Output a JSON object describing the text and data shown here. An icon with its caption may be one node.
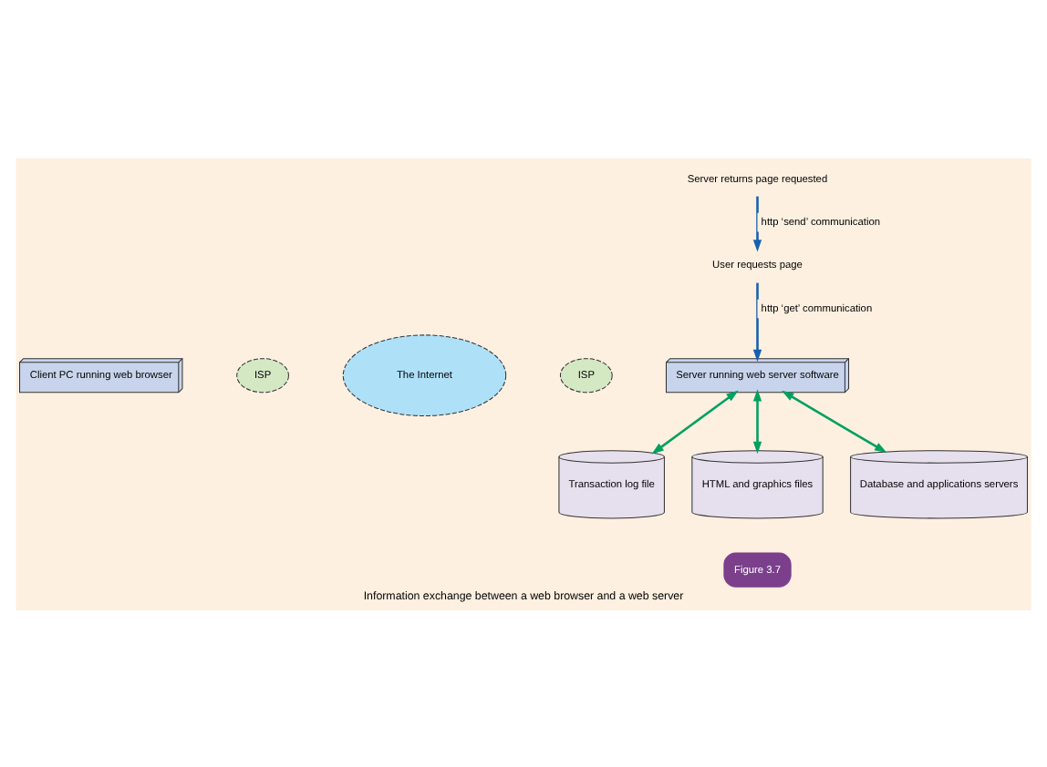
{
  "diagram": {
    "caption": "Information exchange between a web browser and a web server",
    "nodes": [
      {
        "text": [
          "Client PC running web browser"
        ]
      },
      {
        "text": [
          "The Internet"
        ]
      },
      {
        "text": [
          "ISP"
        ]
      },
      {
        "text": [
          "ISP"
        ]
      },
      {
        "text": [
          "Server running web server software"
        ]
      },
      {
        "text": [
          "Transaction log file"
        ]
      },
      {
        "text": [
          "HTML and graphics files"
        ]
      },
      {
        "text": [
          "Database and applications servers"
        ]
      },
      {
        "text": [
          "User requests page"
        ]
      },
      {
        "text": [
          "Server returns page requested"
        ]
      }
    ],
    "edges": [
      {
        "from": 9,
        "to": 8,
        "arrow": "to",
        "label": "http ‘send’ communication",
        "color": "#1560b0"
      },
      {
        "from": 8,
        "to": 4,
        "arrow": "to",
        "label": "http ‘get’ communication",
        "color": "#1560b0"
      },
      {
        "from": 4,
        "to": 5,
        "arrow": "both"
      },
      {
        "from": 4,
        "to": 6,
        "arrow": "both"
      },
      {
        "from": 4,
        "to": 7,
        "arrow": "both"
      }
    ],
    "labels": [
      "Figure 3.7"
    ]
  }
}
